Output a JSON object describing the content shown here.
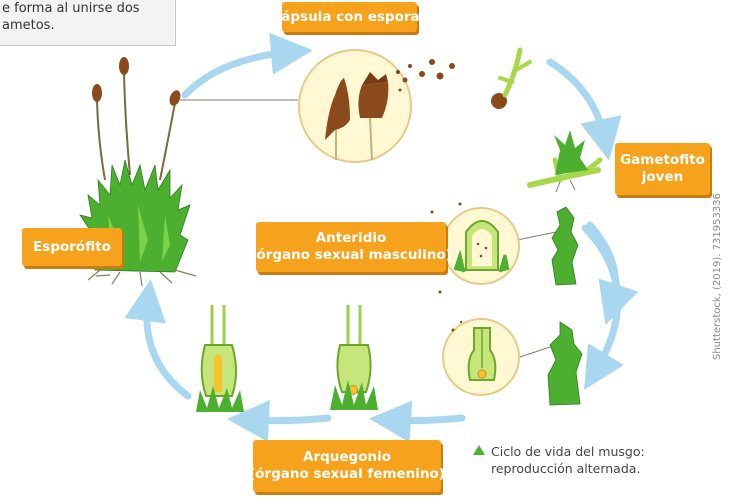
{
  "intro_box": {
    "line1": "e forma al unirse dos",
    "line2": "ametos."
  },
  "labels": {
    "capsula": "Cápsula con esporas",
    "gametofito_l1": "Gametofito",
    "gametofito_l2": "joven",
    "esporofito": "Esporófito",
    "anteridio_l1": "Anteridio",
    "anteridio_l2": "(órgano sexual masculino)",
    "arquegonio_l1": "Arquegonio",
    "arquegonio_l2": "(órgano sexual femenino)"
  },
  "caption": {
    "line1": "Ciclo de vida del musgo:",
    "line2": "reproducción alternada."
  },
  "credit": "Shutterstock, (2019). 731953336",
  "colors": {
    "label_bg": "#f6a21c",
    "arrow": "#a9d7f0",
    "moss_green": "#4caf2f",
    "capsule_brown": "#8a4a1c",
    "circle_bg": "#fff8d2"
  }
}
